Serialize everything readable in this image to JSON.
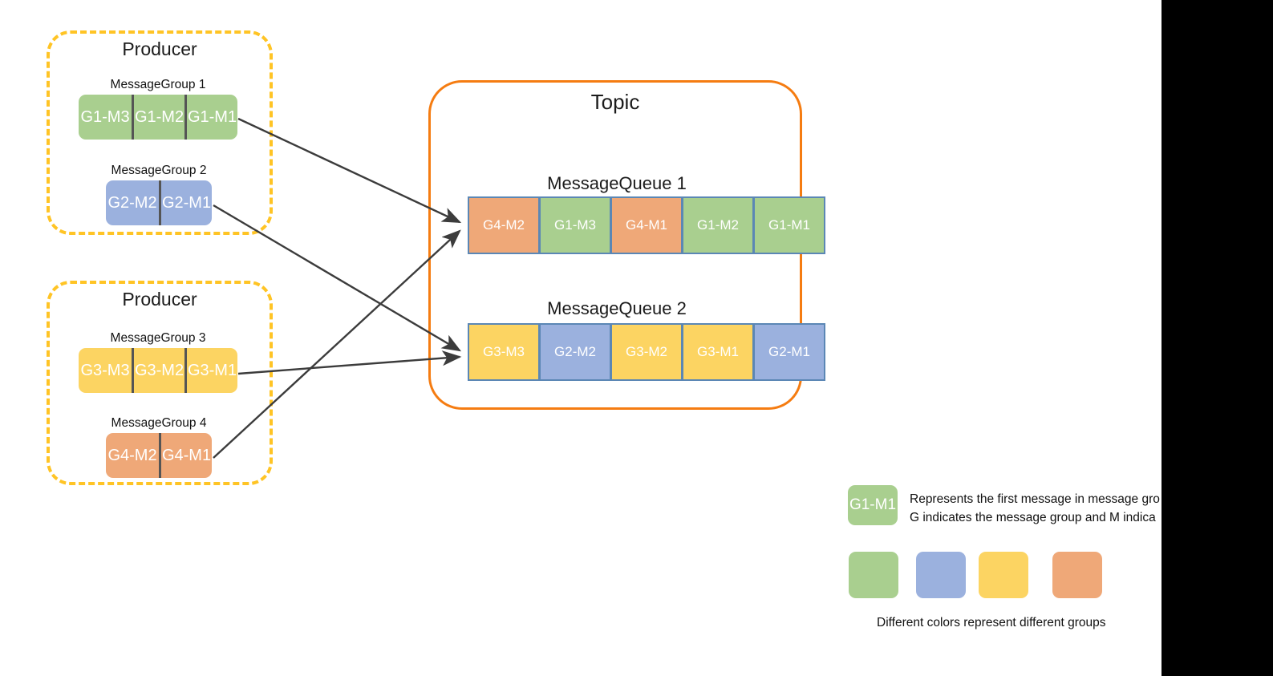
{
  "colors": {
    "group1_green": "#A9CF8F",
    "group2_blue": "#9BB1DE",
    "group3_yellow": "#FCD462",
    "group4_salmon": "#EFA878",
    "producer_border": "#FFC425",
    "topic_border": "#F57C11",
    "queue_cell_border": "#5B87B5",
    "arrow": "#404040",
    "divider": "#555555",
    "mask": "#000000"
  },
  "producers": [
    {
      "title": "Producer",
      "groups": [
        {
          "label": "MessageGroup 1",
          "color_key": "group1_green",
          "messages": [
            "G1-M3",
            "G1-M2",
            "G1-M1"
          ]
        },
        {
          "label": "MessageGroup 2",
          "color_key": "group2_blue",
          "messages": [
            "G2-M2",
            "G2-M1"
          ]
        }
      ]
    },
    {
      "title": "Producer",
      "groups": [
        {
          "label": "MessageGroup 3",
          "color_key": "group3_yellow",
          "messages": [
            "G3-M3",
            "G3-M2",
            "G3-M1"
          ]
        },
        {
          "label": "MessageGroup 4",
          "color_key": "group4_salmon",
          "messages": [
            "G4-M2",
            "G4-M1"
          ]
        }
      ]
    }
  ],
  "topic": {
    "title": "Topic",
    "queues": [
      {
        "label": "MessageQueue 1",
        "cells": [
          {
            "text": "G4-M2",
            "color_key": "group4_salmon"
          },
          {
            "text": "G1-M3",
            "color_key": "group1_green"
          },
          {
            "text": "G4-M1",
            "color_key": "group4_salmon"
          },
          {
            "text": "G1-M2",
            "color_key": "group1_green"
          },
          {
            "text": "G1-M1",
            "color_key": "group1_green"
          }
        ]
      },
      {
        "label": "MessageQueue 2",
        "cells": [
          {
            "text": "G3-M3",
            "color_key": "group3_yellow"
          },
          {
            "text": "G2-M2",
            "color_key": "group2_blue"
          },
          {
            "text": "G3-M2",
            "color_key": "group3_yellow"
          },
          {
            "text": "G3-M1",
            "color_key": "group3_yellow"
          },
          {
            "text": "G2-M1",
            "color_key": "group2_blue"
          }
        ]
      }
    ]
  },
  "legend": {
    "sample_chip": "G1-M1",
    "sample_chip_color_key": "group1_green",
    "description_line1": "Represents the first message in message gro",
    "description_line2": "G indicates the message group and M indica",
    "swatch_color_keys": [
      "group1_green",
      "group2_blue",
      "group3_yellow",
      "group4_salmon"
    ],
    "caption": "Different colors represent different groups"
  }
}
